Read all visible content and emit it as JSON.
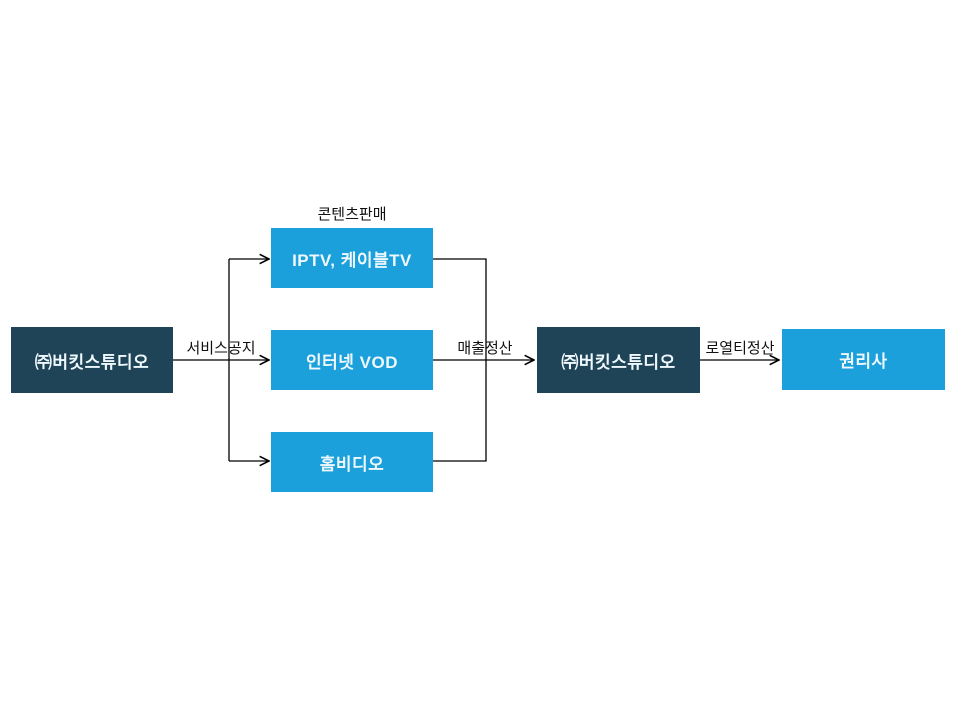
{
  "diagram": {
    "nodes": {
      "studio_left": {
        "label": "㈜버킷스튜디오"
      },
      "iptv": {
        "label": "IPTV, 케이블TV"
      },
      "vod": {
        "label": "인터넷 VOD"
      },
      "homevideo": {
        "label": "홈비디오"
      },
      "studio_right": {
        "label": "㈜버킷스튜디오"
      },
      "rights": {
        "label": "권리사"
      }
    },
    "labels": {
      "service_notice": "서비스공지",
      "content_sales": "콘텐츠판매",
      "sales_settlement": "매출정산",
      "royalty_settlement": "로열티정산"
    },
    "colors": {
      "dark_box": "#1f4457",
      "blue_box": "#1ba0db",
      "box_text": "#eff8fd",
      "connector": "#000000",
      "label_text": "#111111",
      "background": "#ffffff"
    }
  }
}
